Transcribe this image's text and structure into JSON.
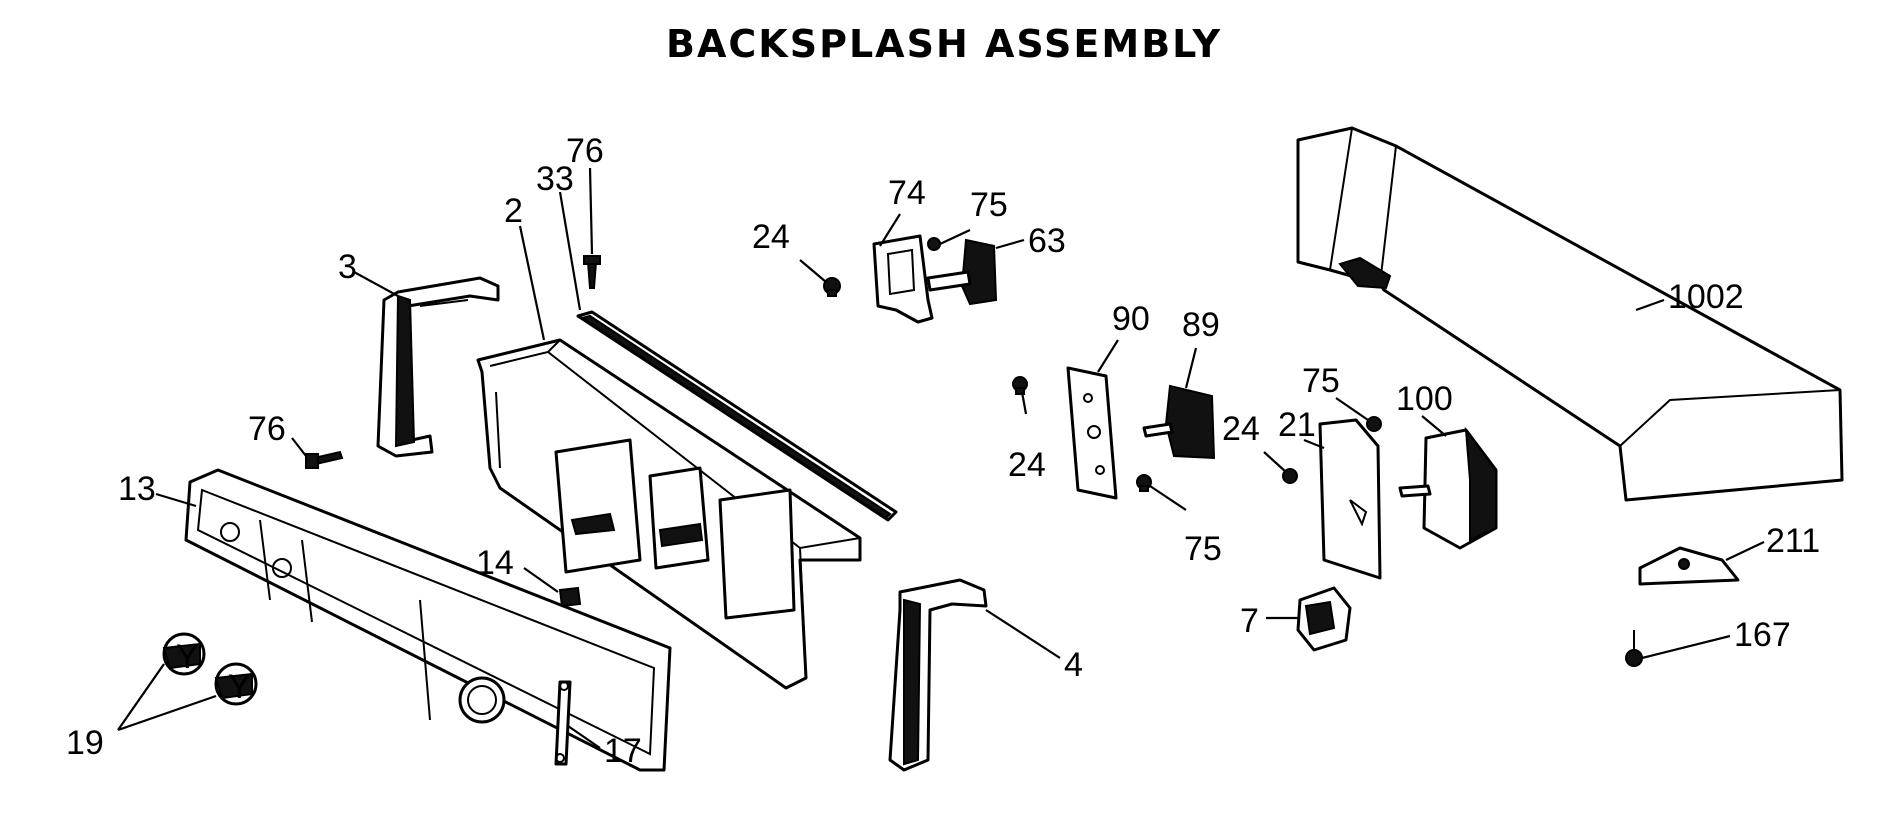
{
  "title": "BACKSPLASH ASSEMBLY",
  "callouts": [
    {
      "id": "c2",
      "label": "2"
    },
    {
      "id": "c3",
      "label": "3"
    },
    {
      "id": "c33",
      "label": "33"
    },
    {
      "id": "c76a",
      "label": "76"
    },
    {
      "id": "c76b",
      "label": "76"
    },
    {
      "id": "c13",
      "label": "13"
    },
    {
      "id": "c14",
      "label": "14"
    },
    {
      "id": "c17",
      "label": "17"
    },
    {
      "id": "c19",
      "label": "19"
    },
    {
      "id": "c4",
      "label": "4"
    },
    {
      "id": "c24a",
      "label": "24"
    },
    {
      "id": "c74",
      "label": "74"
    },
    {
      "id": "c75a",
      "label": "75"
    },
    {
      "id": "c63",
      "label": "63"
    },
    {
      "id": "c90",
      "label": "90"
    },
    {
      "id": "c89",
      "label": "89"
    },
    {
      "id": "c24b",
      "label": "24"
    },
    {
      "id": "c24c",
      "label": "24"
    },
    {
      "id": "c75b",
      "label": "75"
    },
    {
      "id": "c21",
      "label": "21"
    },
    {
      "id": "c75c",
      "label": "75"
    },
    {
      "id": "c100",
      "label": "100"
    },
    {
      "id": "c7",
      "label": "7"
    },
    {
      "id": "c1002",
      "label": "1002"
    },
    {
      "id": "c211",
      "label": "211"
    },
    {
      "id": "c167",
      "label": "167"
    }
  ]
}
